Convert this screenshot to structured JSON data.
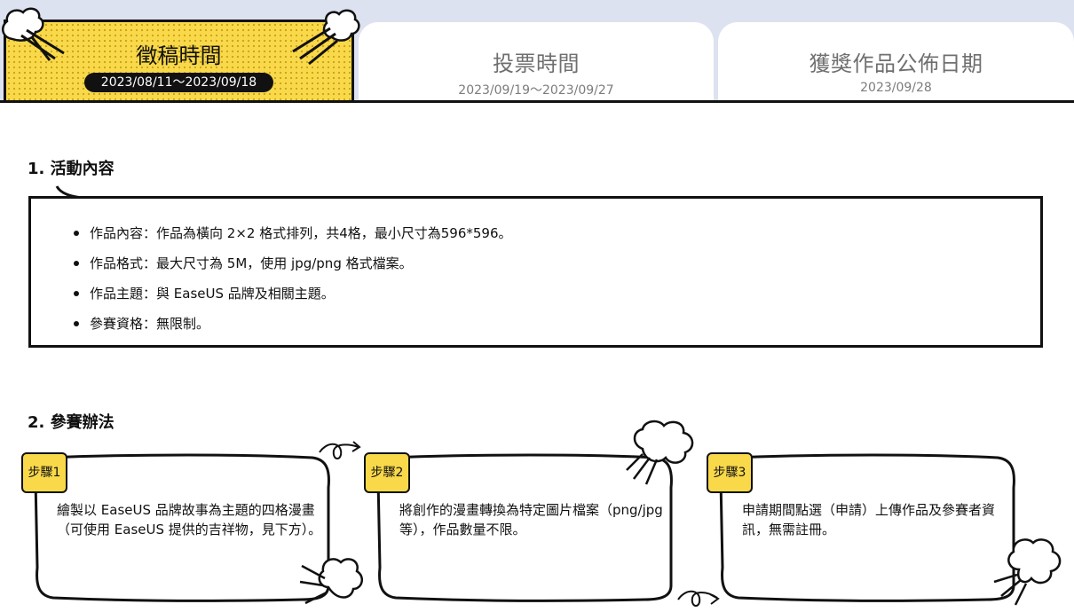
{
  "tabs": [
    {
      "title": "徵稿時間",
      "date": "2023/08/11～2023/09/18",
      "active": true
    },
    {
      "title": "投票時間",
      "date": "2023/09/19～2023/09/27",
      "active": false
    },
    {
      "title": "獲獎作品公佈日期",
      "date": "2023/09/28",
      "active": false
    }
  ],
  "section1": {
    "title": "1. 活動內容",
    "items": [
      "作品內容：作品為橫向 2×2 格式排列，共4格，最小尺寸為596*596。",
      "作品格式：最大尺寸為 5M，使用 jpg/png 格式檔案。",
      "作品主題：與 EaseUS 品牌及相關主題。",
      "參賽資格：無限制。"
    ]
  },
  "section2": {
    "title": "2. 參賽辦法",
    "steps": [
      {
        "label": "步驟1",
        "text": "繪製以 EaseUS 品牌故事為主題的四格漫畫（可使用 EaseUS 提供的吉祥物，見下方）。"
      },
      {
        "label": "步驟2",
        "text": "將創作的漫畫轉換為特定圖片檔案（png/jpg等），作品數量不限。"
      },
      {
        "label": "步驟3",
        "text": "申請期間點選（申請）上傳作品及參賽者資訊，無需註冊。"
      }
    ]
  },
  "colors": {
    "accent_yellow": "#f9d94a",
    "tab_band": "#dde2f0",
    "ink": "#111111"
  }
}
